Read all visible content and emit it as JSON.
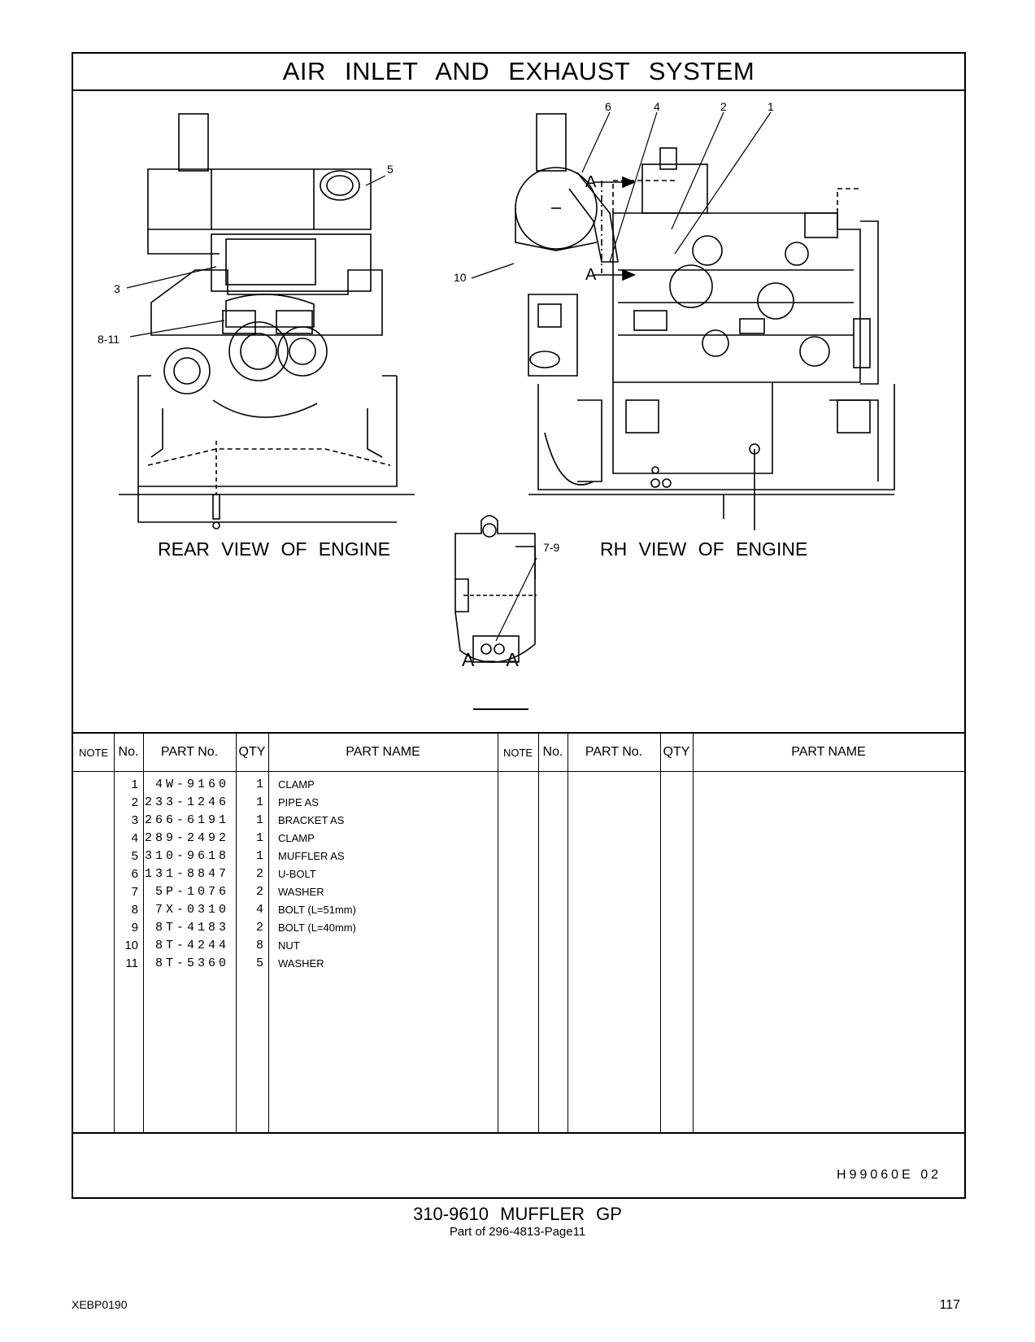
{
  "title": "AIR  INLET  AND  EXHAUST  SYSTEM",
  "views": {
    "rear": "REAR  VIEW  OF  ENGINE",
    "rh": "RH  VIEW  OF  ENGINE",
    "section": "A – A"
  },
  "callouts": {
    "c1": "1",
    "c2": "2",
    "c3": "3",
    "c4": "4",
    "c5": "5",
    "c6": "6",
    "c10": "10",
    "c811": "8-11",
    "c79": "7-9",
    "a_top": "A",
    "a_bot": "A"
  },
  "table": {
    "headers": {
      "note": "NOTE",
      "no": "No.",
      "part_no": "PART No.",
      "qty": "QTY",
      "part_name": "PART NAME"
    },
    "rows": [
      {
        "no": "1",
        "part": "4W-9160",
        "qty": "1",
        "name": "CLAMP"
      },
      {
        "no": "2",
        "part": "233-1246",
        "qty": "1",
        "name": "PIPE  AS"
      },
      {
        "no": "3",
        "part": "266-6191",
        "qty": "1",
        "name": "BRACKET  AS"
      },
      {
        "no": "4",
        "part": "289-2492",
        "qty": "1",
        "name": "CLAMP"
      },
      {
        "no": "5",
        "part": "310-9618",
        "qty": "1",
        "name": "MUFFLER  AS"
      },
      {
        "no": "6",
        "part": "131-8847",
        "qty": "2",
        "name": "U-BOLT"
      },
      {
        "no": "7",
        "part": "5P-1076",
        "qty": "2",
        "name": "WASHER"
      },
      {
        "no": "8",
        "part": "7X-0310",
        "qty": "4",
        "name": "BOLT (L=51mm)"
      },
      {
        "no": "9",
        "part": "8T-4183",
        "qty": "2",
        "name": "BOLT (L=40mm)"
      },
      {
        "no": "10",
        "part": "8T-4244",
        "qty": "8",
        "name": "NUT"
      },
      {
        "no": "11",
        "part": "8T-5360",
        "qty": "5",
        "name": "WASHER"
      }
    ]
  },
  "doc_code": "H99060E   02",
  "group_title": "310-9610  MUFFLER  GP",
  "group_sub": "Part of 296-4813-Page11",
  "pub_id": "XEBP0190",
  "page_no": "117"
}
